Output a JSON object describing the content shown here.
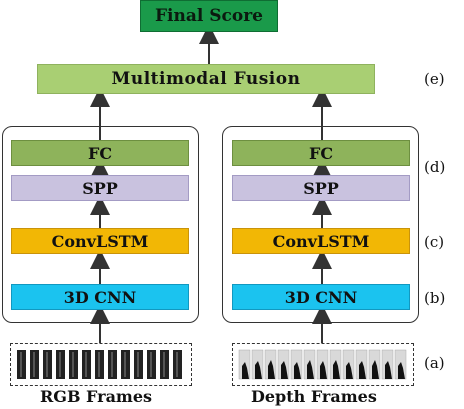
{
  "final": {
    "label": "Final Score"
  },
  "fusion": {
    "label": "Multimodal Fusion"
  },
  "branches": [
    {
      "fc": "FC",
      "spp": "SPP",
      "convlstm": "ConvLSTM",
      "cnn": "3D CNN",
      "input": "RGB Frames"
    },
    {
      "fc": "FC",
      "spp": "SPP",
      "convlstm": "ConvLSTM",
      "cnn": "3D CNN",
      "input": "Depth Frames"
    }
  ],
  "stage_labels": {
    "a": "(a)",
    "b": "(b)",
    "c": "(c)",
    "d": "(d)",
    "e": "(e)"
  },
  "colors": {
    "final": "#1a9a4a",
    "fusion": "#a9cf73",
    "fc": "#8eb35b",
    "spp": "#c9c2df",
    "convlstm": "#f2b705",
    "cnn": "#1bc3ef"
  }
}
